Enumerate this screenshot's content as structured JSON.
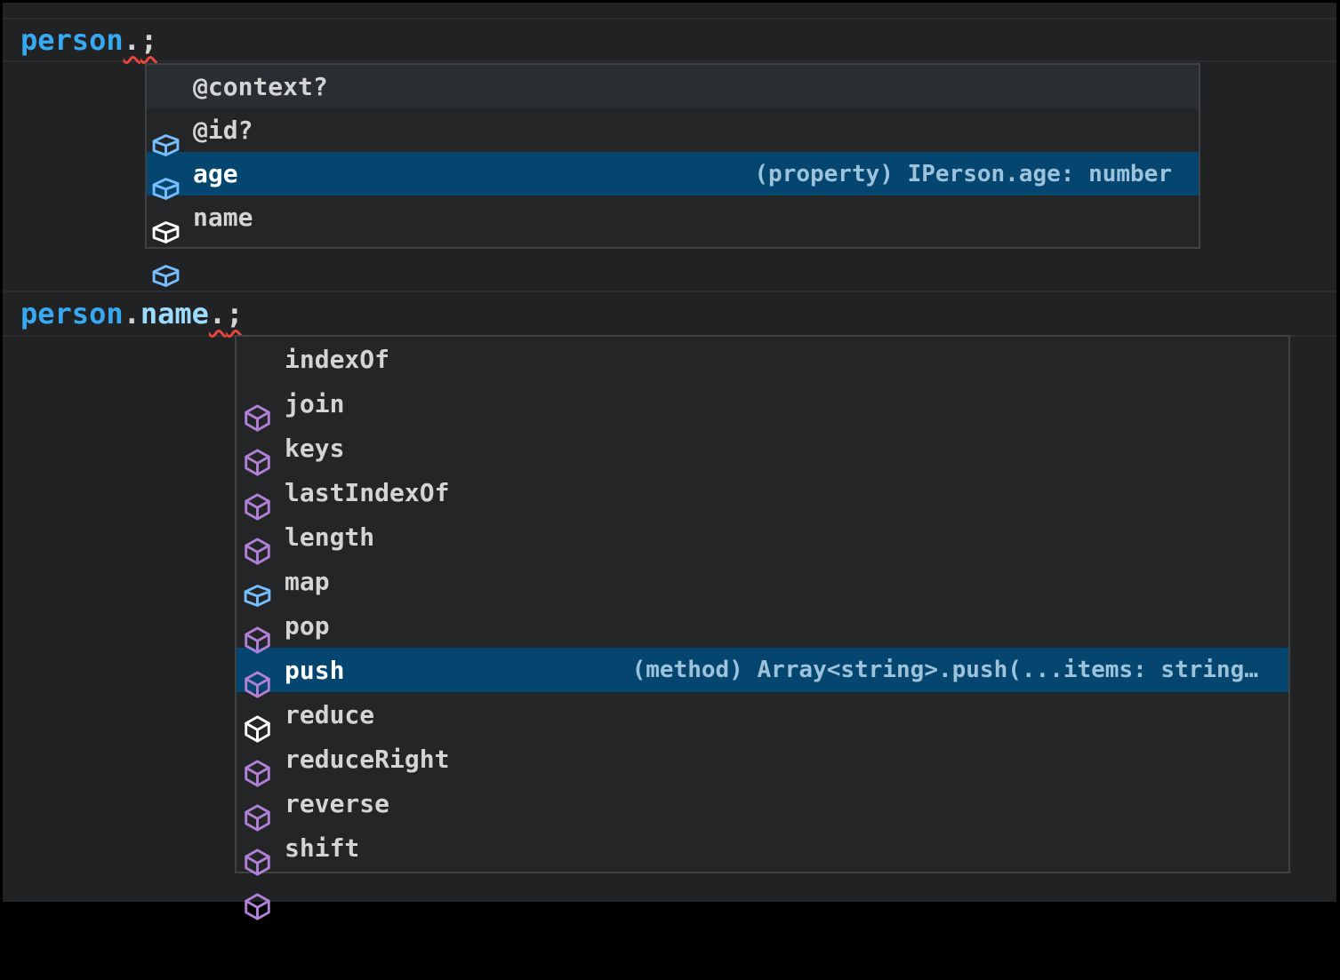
{
  "colors": {
    "frame": "#000000",
    "editor_background": "#212224",
    "line_highlight_border": "#2b2d30",
    "popup_background": "#242526",
    "popup_border": "#3f4243",
    "selection_background": "#04466f",
    "hover_background": "#2a2e32",
    "field_icon": "#75beff",
    "method_icon": "#b180d7",
    "selected_icon": "#ffffff",
    "item_text": "#d4d4d4",
    "selected_item_text": "#ffffff",
    "selected_detail_text": "#9dc3dc",
    "error_squiggle": "#e8453c",
    "variable_token": "#38a9f1",
    "property_token": "#9cdcfe",
    "punctuation_token": "#d4d4d4"
  },
  "code_line_1": {
    "tokens": [
      {
        "text": "person",
        "color": "#38a9f1"
      },
      {
        "text": ".",
        "color": "#d4d4d4",
        "error": true
      },
      {
        "text": ";",
        "color": "#d4d4d4",
        "error": true
      }
    ]
  },
  "code_line_2": {
    "tokens": [
      {
        "text": "person",
        "color": "#38a9f1"
      },
      {
        "text": ".",
        "color": "#d4d4d4"
      },
      {
        "text": "name",
        "color": "#9cdcfe"
      },
      {
        "text": ".",
        "color": "#d4d4d4",
        "error": true
      },
      {
        "text": ";",
        "color": "#d4d4d4",
        "error": true
      }
    ]
  },
  "suggest_widget_1": {
    "items": [
      {
        "label": "@context?",
        "kind": "field",
        "state": "hover"
      },
      {
        "label": "@id?",
        "kind": "field"
      },
      {
        "label": "age",
        "kind": "field",
        "state": "selected",
        "detail": "(property) IPerson.age: number"
      },
      {
        "label": "name",
        "kind": "field"
      }
    ]
  },
  "suggest_widget_2": {
    "items": [
      {
        "label": "indexOf",
        "kind": "method"
      },
      {
        "label": "join",
        "kind": "method"
      },
      {
        "label": "keys",
        "kind": "method"
      },
      {
        "label": "lastIndexOf",
        "kind": "method"
      },
      {
        "label": "length",
        "kind": "field"
      },
      {
        "label": "map",
        "kind": "method"
      },
      {
        "label": "pop",
        "kind": "method"
      },
      {
        "label": "push",
        "kind": "method",
        "state": "selected",
        "detail": "(method) Array<string>.push(...items: string…"
      },
      {
        "label": "reduce",
        "kind": "method"
      },
      {
        "label": "reduceRight",
        "kind": "method"
      },
      {
        "label": "reverse",
        "kind": "method"
      },
      {
        "label": "shift",
        "kind": "method"
      }
    ]
  }
}
